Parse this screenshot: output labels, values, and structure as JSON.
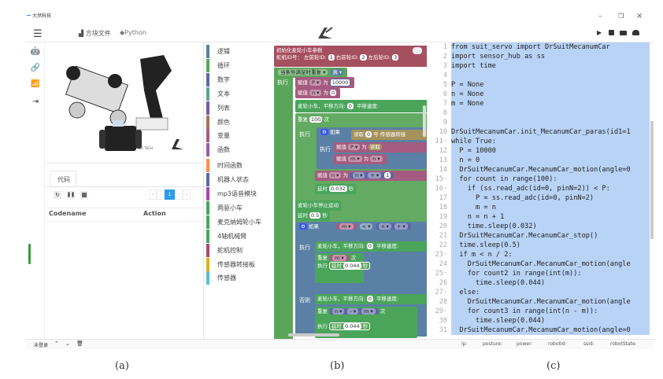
{
  "app": {
    "title": "大然科技",
    "menu": {
      "blocks_file": "方块文件",
      "python": "Python"
    },
    "window": {
      "minimize": "–",
      "restore": "❐",
      "close": "×"
    },
    "toolbar": {
      "run": "▶",
      "save": "💾",
      "open": "📂",
      "upload": "☁"
    }
  },
  "left": {
    "sidebar_icons": [
      "robot-icon",
      "link-icon",
      "wifi-icon",
      "sign-in-icon"
    ],
    "image_logo_text": "DR TECH",
    "tab": "代码",
    "pagination": {
      "first": "«",
      "prev": "‹",
      "current": "1",
      "next": "›",
      "last": "»"
    },
    "table": {
      "headers": [
        "Codename",
        "Action"
      ]
    }
  },
  "categories": [
    {
      "label": "逻辑",
      "color": "#5b80a5"
    },
    {
      "label": "循环",
      "color": "#5ba55b"
    },
    {
      "label": "数字",
      "color": "#5b67a5"
    },
    {
      "label": "文本",
      "color": "#5ba58c"
    },
    {
      "label": "列表",
      "color": "#745ba5"
    },
    {
      "label": "颜色",
      "color": "#a5745b"
    },
    {
      "label": "变量",
      "color": "#a55b80"
    },
    {
      "label": "函数",
      "color": "#995ba5"
    },
    {
      "label": "时间函数",
      "color": "#ff8c4a"
    },
    {
      "label": "机器人状态",
      "color": "#5b6ba5"
    },
    {
      "label": "mp3语音模块",
      "color": "#a54aa5"
    },
    {
      "label": "两驱小车",
      "color": "#4aa55b"
    },
    {
      "label": "麦克纳姆轮小车",
      "color": "#4aa55b"
    },
    {
      "label": "4轴机械臂",
      "color": "#4aa55b"
    },
    {
      "label": "舵机控制",
      "color": "#a54a6b"
    },
    {
      "label": "传感器转接板",
      "color": "#e0b020"
    },
    {
      "label": "传感器",
      "color": "#5bc0d0"
    }
  ],
  "blocks": {
    "init_title": "初始化麦轮小车参数",
    "init_ids": "舵机ID号：  左前轮ID:",
    "id1": "1",
    "right_front": "右前轮ID:",
    "id2": "2",
    "left_back": "左后轮ID:",
    "id3": "3",
    "while": "当条件满足时重复 ▾",
    "true": "真 ▾",
    "do": "执行",
    "assign": "赋值",
    "to": "为",
    "var_p": "P ▾",
    "var_n": "n ▾",
    "var_m": "m ▾",
    "val_10000": "10000",
    "val_0": "0",
    "car_motion": "麦轮小车，平移方向:",
    "speed": "平移速度:",
    "repeat": "重复",
    "times": "次",
    "val_100": "100",
    "if": "如果",
    "read": "读取",
    "sensor_no": "号 传感器转接",
    "plus": "+ ▾",
    "minus": "- ▾",
    "lt": "< ▾",
    "val_1": "1",
    "delay": "延时",
    "sec": "秒",
    "val_0032": "0.032",
    "stop": "麦轮小车停止运动",
    "val_05": "0.5",
    "val_0044": "0.044",
    "else": "否则"
  },
  "code": {
    "lines": [
      "from suit_servo import DrSuitMecanumCar",
      "import sensor_hub as ss",
      "import time",
      "",
      "P = None",
      "n = None",
      "m = None",
      "",
      "",
      "DrSuitMecanumCar.init_MecanumCar_paras(id1=1",
      "while True:",
      "  P = 10000",
      "  n = 0",
      "  DrSuitMecanumCar.MecanumCar_motion(angle=0",
      "  for count in range(100):",
      "    if (ss.read_adc(id=0, pinN=2)) < P:",
      "      P = ss.read_adc(id=0, pinN=2)",
      "      m = n",
      "    n = n + 1",
      "    time.sleep(0.032)",
      "  DrSuitMecanumCar.MecanumCar_stop()",
      "  time.sleep(0.5)",
      "  if m < n / 2:",
      "    DrSuitMecanumCar.MecanumCar_motion(angle",
      "    for count2 in range(int(m)):",
      "      time.sleep(0.044)",
      "  else:",
      "    DrSuitMecanumCar.MecanumCar_motion(angle",
      "    for count3 in range(int(n - m)):",
      "      time.sleep(0.044)",
      "  DrSuitMecanumCar.MecanumCar_motion(angle=0"
    ]
  },
  "status": {
    "login": "未登录",
    "ip": "ip:",
    "posture": "posture:",
    "power": "power:",
    "robotId": "robotId:",
    "ssid": "ssid:",
    "robotState": "robotState:"
  },
  "captions": [
    "(a)",
    "(b)",
    "(c)"
  ]
}
